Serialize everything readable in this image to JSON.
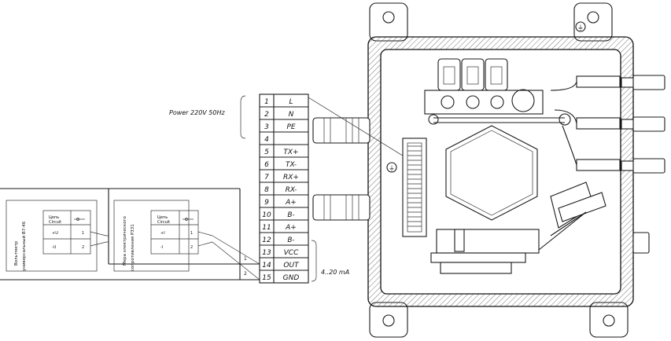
{
  "power_label": "Power 220V 50Hz",
  "current_label": "4..20 mA",
  "terminals": [
    {
      "num": "1",
      "sig": "L"
    },
    {
      "num": "2",
      "sig": "N"
    },
    {
      "num": "3",
      "sig": "PE"
    },
    {
      "num": "4",
      "sig": ""
    },
    {
      "num": "5",
      "sig": "TX+"
    },
    {
      "num": "6",
      "sig": "TX-"
    },
    {
      "num": "7",
      "sig": "RX+"
    },
    {
      "num": "8",
      "sig": "RX-"
    },
    {
      "num": "9",
      "sig": "A+"
    },
    {
      "num": "10",
      "sig": "B-"
    },
    {
      "num": "11",
      "sig": "A+"
    },
    {
      "num": "12",
      "sig": "B-"
    },
    {
      "num": "13",
      "sig": "VCC"
    },
    {
      "num": "14",
      "sig": "OUT"
    },
    {
      "num": "15",
      "sig": "GND"
    }
  ],
  "voltmeter": {
    "vertical_label_1": "Вольтметр",
    "vertical_label_2": "универсальный В7-46",
    "circuit_label_ru": "Цепь",
    "circuit_label_en": "Circuit",
    "pin1": "+U",
    "pin2": "-U",
    "num1": "1",
    "num2": "2"
  },
  "resistance": {
    "vertical_label_1": "Мера электрического",
    "vertical_label_2": "сопротивления Р331",
    "circuit_label_ru": "Цепь",
    "circuit_label_en": "Circuit",
    "pin1": "+I",
    "pin2": "-I",
    "num1": "1",
    "num2": "2"
  },
  "wire_nums": {
    "a": "1",
    "b": "2"
  }
}
